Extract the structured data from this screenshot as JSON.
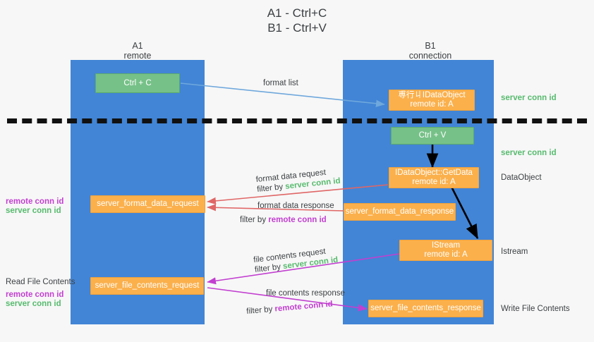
{
  "title": {
    "line1": "A1 - Ctrl+C",
    "line2": "B1 - Ctrl+V"
  },
  "lanes": [
    {
      "name": "A1",
      "sub": "remote"
    },
    {
      "name": "B1",
      "sub": "connection"
    }
  ],
  "boxes": {
    "ctrl_c": "Ctrl + C",
    "ctrl_v": "Ctrl + V",
    "idataobject_title": "尃行丩IDataObject",
    "idataobject_sub": "remote id: A",
    "getdata_title": "IDataObject::GetData",
    "getdata_sub": "remote id: A",
    "istream_title": "IStream",
    "istream_sub": "remote id: A",
    "server_format_data_request": "server_format_data_request",
    "server_format_data_response": "server_format_data_response",
    "server_file_contents_request": "server_file_contents_request",
    "server_file_contents_response": "server_file_contents_response"
  },
  "edge_labels": {
    "format_list": "format list",
    "format_data_request": "format data request",
    "format_data_request_filter_prefix": "filter by ",
    "format_data_request_filter_value": "server conn id",
    "format_data_response": "format data response",
    "format_data_response_filter_prefix": "filter by ",
    "format_data_response_filter_value": "remote conn id",
    "file_contents_request": "file contents request",
    "file_contents_request_filter_prefix": "filter by ",
    "file_contents_request_filter_value": "server conn id",
    "file_contents_response": "file contents response",
    "file_contents_response_filter_prefix": "filter by ",
    "file_contents_response_filter_value": "remote conn id"
  },
  "annotations": {
    "right_server_conn_id_1": "server conn id",
    "right_server_conn_id_2": "server conn id",
    "right_dataobject": "DataObject",
    "right_istream": "Istream",
    "right_write_file_contents": "Write File Contents",
    "left_remote_conn_id_1": "remote conn id",
    "left_server_conn_id_1": "server conn id",
    "left_read_file_contents": "Read File Contents",
    "left_remote_conn_id_2": "remote conn id",
    "left_server_conn_id_2": "server conn id"
  },
  "colors": {
    "lane": "#4285d6",
    "green_box": "#76c188",
    "orange_box": "#fbb04c",
    "server_conn_id": "#57bb6e",
    "remote_conn_id": "#c23fd0",
    "arrow_blue": "#6fa8dc",
    "arrow_red": "#e06666",
    "arrow_magenta": "#c23fd0",
    "arrow_black": "#000000",
    "background": "#f7f7f7"
  }
}
